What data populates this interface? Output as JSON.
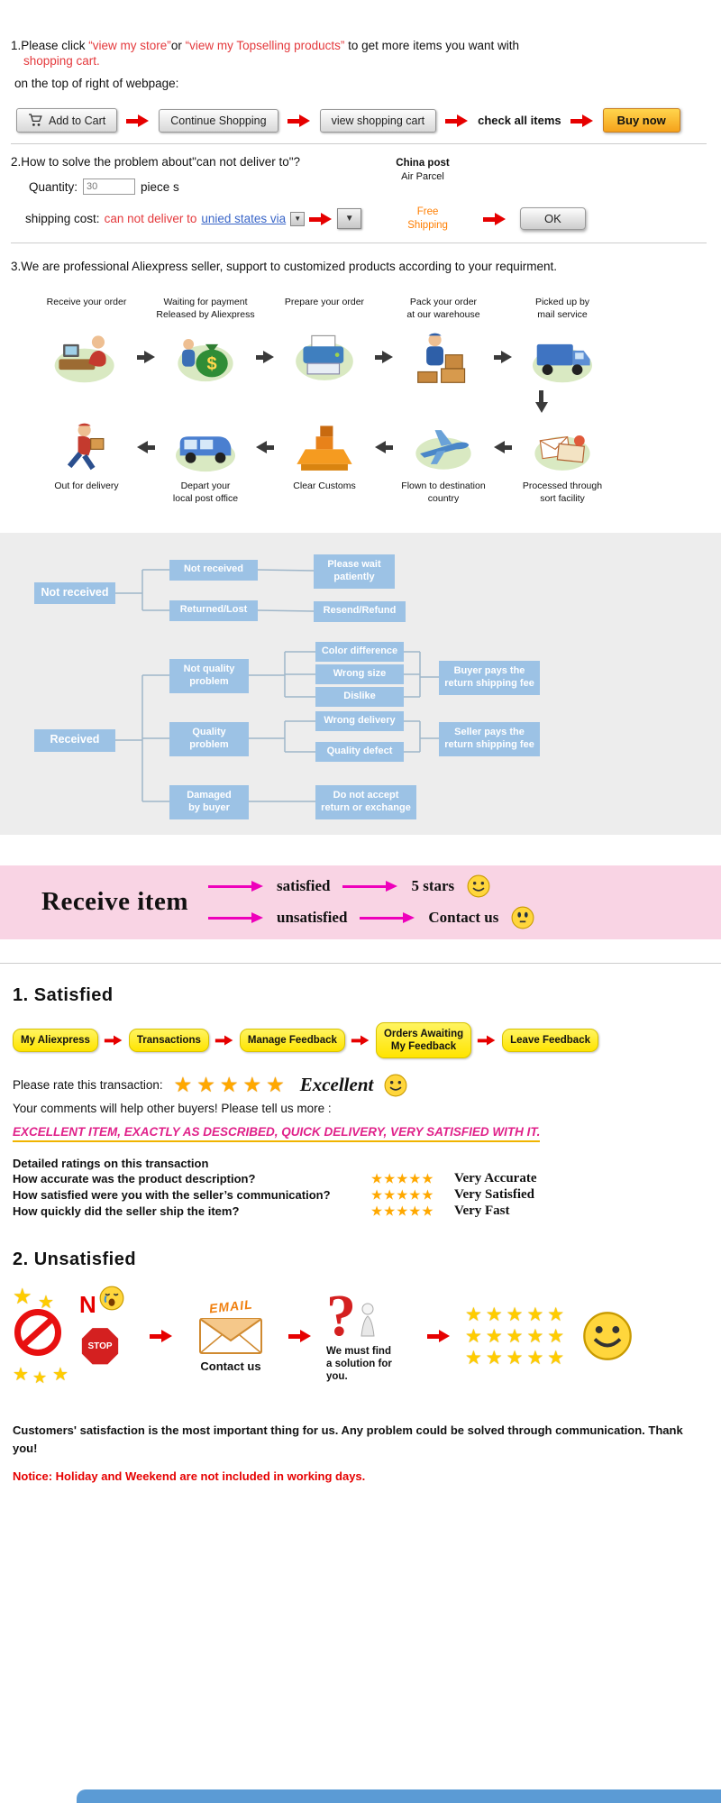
{
  "colors": {
    "red_arrow": "#e60000",
    "link_red": "#e4393c",
    "link_blue": "#3a66c8",
    "free_shipping_orange": "#ff7e00",
    "buy_now_orange": "#f5a21b",
    "flow_box_blue": "#9cc2e5",
    "pink_band": "#f9d4e4",
    "magenta_arrow": "#ee00bb",
    "example_magenta": "#e0218a",
    "nav_yellow": "#ffe400",
    "star_orange": "#ffa800",
    "bottom_bar_blue": "#5b9bd5"
  },
  "glyphs": {
    "star": "★",
    "caret": "▼"
  },
  "section1": {
    "line1_prefix": "1.Please click ",
    "link_store": "“view my store”",
    "line1_or": "or ",
    "link_topselling": "“view my Topselling products”",
    "line1_suffix": " to get more items you want with",
    "line2": "shopping cart.",
    "line3": "on the top of right of webpage:",
    "buttons": {
      "add_to_cart": "Add to Cart",
      "continue_shopping": "Continue Shopping",
      "view_shopping_cart": "view shopping cart",
      "check_all_items": "check all items",
      "buy_now": "Buy now"
    }
  },
  "section2": {
    "title": "2.How to solve the problem about\"can not deliver to\"?",
    "quantity_label": "Quantity:",
    "quantity_value": "30",
    "quantity_suffix": "piece s",
    "shipping_label": "shipping cost:",
    "cannot_deliver": "can not deliver to",
    "destination_link": "unied states via",
    "china_post_line1": "China post",
    "china_post_line2": "Air Parcel",
    "free_shipping": "Free\nShipping",
    "ok_button": "OK"
  },
  "section3": {
    "title": "3.We are professional Aliexpress seller, support to customized products according to your requirment."
  },
  "process": {
    "top": [
      {
        "label": "Receive your order",
        "icon": "person-at-computer-icon"
      },
      {
        "label": "Waiting for payment\nReleased by Aliexpress",
        "icon": "money-bag-icon"
      },
      {
        "label": "Prepare your order",
        "icon": "printer-icon"
      },
      {
        "label": "Pack your order\nat our warehouse",
        "icon": "packing-worker-icon"
      },
      {
        "label": "Picked up by\nmail service",
        "icon": "truck-icon"
      }
    ],
    "bottom": [
      {
        "label": "Out for delivery",
        "icon": "postman-icon"
      },
      {
        "label": "Depart your\nlocal post office",
        "icon": "mail-van-icon"
      },
      {
        "label": "Clear Customs",
        "icon": "customs-icon"
      },
      {
        "label": "Flown to destination\ncountry",
        "icon": "airplane-icon"
      },
      {
        "label": "Processed through\nsort facility",
        "icon": "sorted-mail-icon"
      }
    ]
  },
  "flowchart": {
    "not_received_root": "Not received",
    "received_root": "Received",
    "not_received_branch": "Not received",
    "returned_lost": "Returned/Lost",
    "please_wait": "Please wait\npatiently",
    "resend_refund": "Resend/Refund",
    "not_quality_problem": "Not quality\nproblem",
    "color_difference": "Color difference",
    "wrong_size": "Wrong size",
    "dislike": "Dislike",
    "buyer_pays": "Buyer pays the\nreturn shipping fee",
    "quality_problem": "Quality\nproblem",
    "wrong_delivery": "Wrong delivery",
    "quality_defect": "Quality defect",
    "seller_pays": "Seller pays the\nreturn shipping fee",
    "damaged_by_buyer": "Damaged\nby buyer",
    "no_return": "Do not accept\nreturn or exchange"
  },
  "receive_band": {
    "title": "Receive item",
    "satisfied": "satisfied",
    "five_stars": "5 stars",
    "unsatisfied": "unsatisfied",
    "contact_us": "Contact us"
  },
  "satisfied_section": {
    "heading": "1. Satisfied",
    "nav": [
      "My Aliexpress",
      "Transactions",
      "Manage Feedback",
      "Orders Awaiting\nMy Feedback",
      "Leave Feedback"
    ],
    "rate_label": "Please rate this transaction:",
    "stars": "★★★★★",
    "excellent": "Excellent",
    "comments_line": "Your comments will help other buyers! Please tell us more :",
    "example_comment": "EXCELLENT ITEM, EXACTLY AS DESCRIBED, QUICK DELIVERY, VERY SATISFIED WITH IT.",
    "detailed_title": "Detailed ratings on this transaction",
    "ratings": [
      {
        "question": "How accurate was the product description?",
        "stars": "★★★★★",
        "answer": "Very Accurate"
      },
      {
        "question": "How satisfied were you with the seller’s communication?",
        "stars": "★★★★★",
        "answer": "Very Satisfied"
      },
      {
        "question": "How quickly did the seller ship the item?",
        "stars": "★★★★★",
        "answer": "Very Fast"
      }
    ]
  },
  "unsatisfied_section": {
    "heading": "2. Unsatisfied",
    "n_label": "N",
    "stop_label": "STOP",
    "email_label": "EMAIL",
    "contact_us": "Contact us",
    "solution_text": "We must find\na solution for\nyou.",
    "stars_row": "★★★★★"
  },
  "footer": {
    "message": "Customers' satisfaction is the most important thing for us. Any problem could be solved through communication. Thank you!",
    "notice": "Notice: Holiday and Weekend are not included in working days."
  }
}
